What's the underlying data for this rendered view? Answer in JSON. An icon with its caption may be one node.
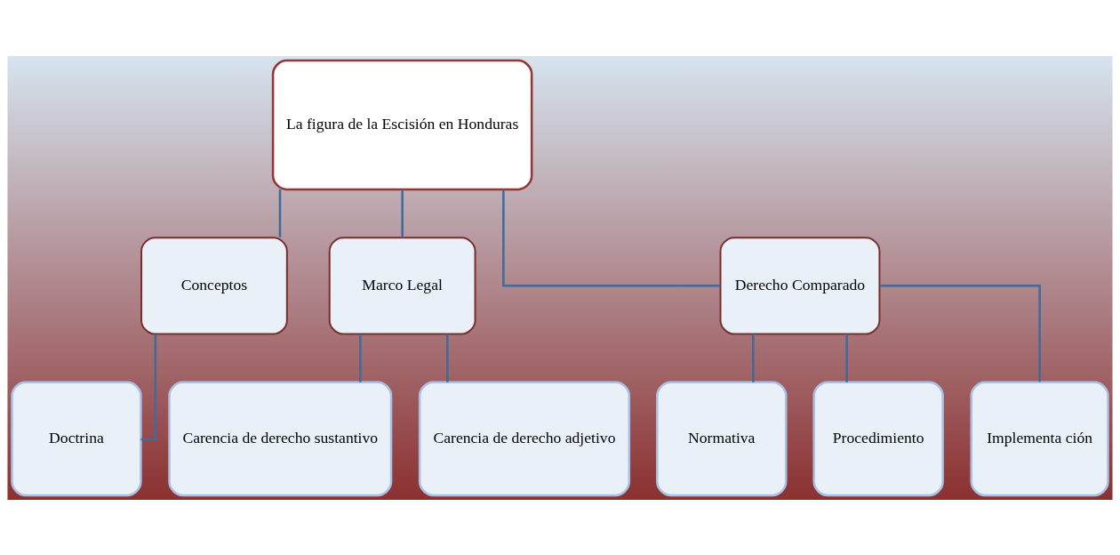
{
  "diagram": {
    "nodes": [
      {
        "text": [
          "La figura de la Escisión en Honduras"
        ]
      },
      {
        "text": [
          "Conceptos"
        ]
      },
      {
        "text": [
          "Marco Legal"
        ]
      },
      {
        "text": [
          "Derecho Comparado"
        ]
      },
      {
        "text": [
          "Doctrina"
        ]
      },
      {
        "text": [
          "Carencia de derecho sustantivo"
        ]
      },
      {
        "text": [
          "Carencia de derecho adjetivo"
        ]
      },
      {
        "text": [
          "Normativa"
        ]
      },
      {
        "text": [
          "Procedimiento"
        ]
      },
      {
        "text": [
          "Implementa ción"
        ]
      }
    ],
    "edges": [
      {
        "from": 0,
        "to": 1,
        "arrow": "none"
      },
      {
        "from": 0,
        "to": 2,
        "arrow": "none"
      },
      {
        "from": 0,
        "to": 3,
        "arrow": "none"
      },
      {
        "from": 1,
        "to": 4,
        "arrow": "none"
      },
      {
        "from": 2,
        "to": 5,
        "arrow": "none"
      },
      {
        "from": 2,
        "to": 6,
        "arrow": "none"
      },
      {
        "from": 3,
        "to": 7,
        "arrow": "none"
      },
      {
        "from": 3,
        "to": 8,
        "arrow": "none"
      },
      {
        "from": 3,
        "to": 9,
        "arrow": "none"
      }
    ]
  }
}
